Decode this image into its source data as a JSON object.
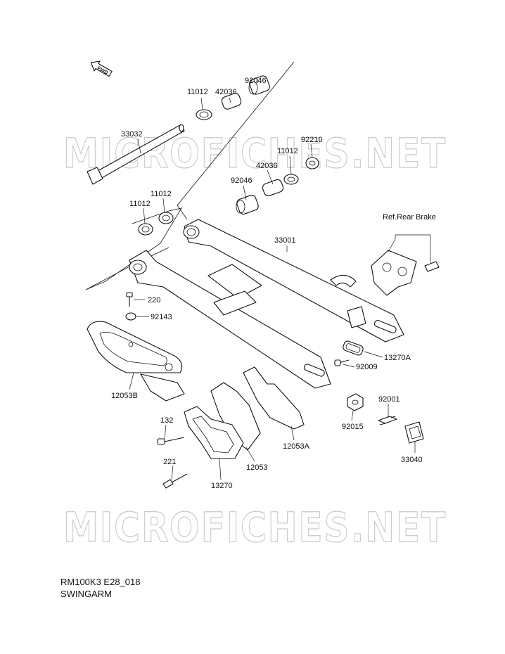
{
  "watermark": "MICROFICHES.NET",
  "fwd_label": "FWD",
  "callouts": [
    "92046",
    "42036",
    "11012",
    "33032",
    "92210",
    "11012",
    "42036",
    "92046",
    "11012",
    "11012",
    "Ref.Rear Brake",
    "33001",
    "220",
    "92143",
    "13270A",
    "92009",
    "12053B",
    "92001",
    "92015",
    "33040",
    "132",
    "12053A",
    "12053",
    "221",
    "13270"
  ],
  "caption": {
    "model_code": "RM100K3 E28_018",
    "section_title": "SWINGARM"
  },
  "colors": {
    "line": "#111111",
    "watermark": "#c8c8c8",
    "background": "#ffffff"
  }
}
